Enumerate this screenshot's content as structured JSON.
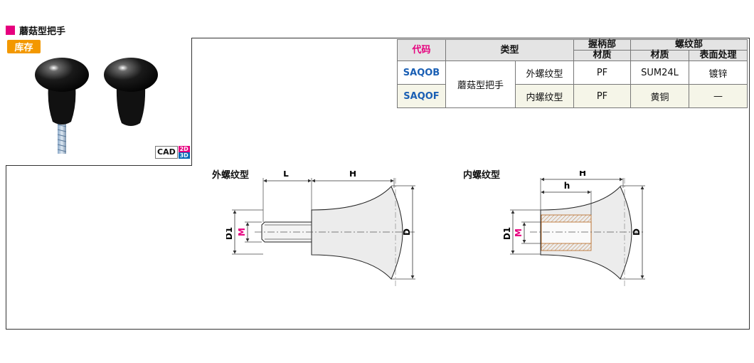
{
  "heading": {
    "title": "蘑菇型把手"
  },
  "photo": {
    "stock_badge": "库存",
    "cad": {
      "label": "CAD",
      "d2": "2D",
      "d3": "3D"
    }
  },
  "spec_table": {
    "head_code": "代码",
    "head_type": "类型",
    "head_grip": "握柄部",
    "head_thread": "螺纹部",
    "sub_grip_material": "材质",
    "sub_thread_material": "材质",
    "sub_surface": "表面处理",
    "type_name": "蘑菇型把手",
    "rows": [
      {
        "code": "SAQOB",
        "subtype": "外螺纹型",
        "grip_material": "PF",
        "thread_material": "SUM24L",
        "surface": "镀锌"
      },
      {
        "code": "SAQOF",
        "subtype": "内螺纹型",
        "grip_material": "PF",
        "thread_material": "黄铜",
        "surface": "—"
      }
    ]
  },
  "drawings": {
    "male": {
      "title": "外螺纹型",
      "dims": {
        "L": "L",
        "H": "H",
        "D1": "D1",
        "M": "M",
        "D": "D"
      }
    },
    "female": {
      "title": "内螺纹型",
      "dims": {
        "H": "H",
        "h": "h",
        "D1": "D1",
        "M": "M",
        "D": "D"
      }
    }
  },
  "colors": {
    "accent_pink": "#e6007e",
    "stock_orange": "#f39800",
    "code_blue": "#1a5fb4"
  }
}
